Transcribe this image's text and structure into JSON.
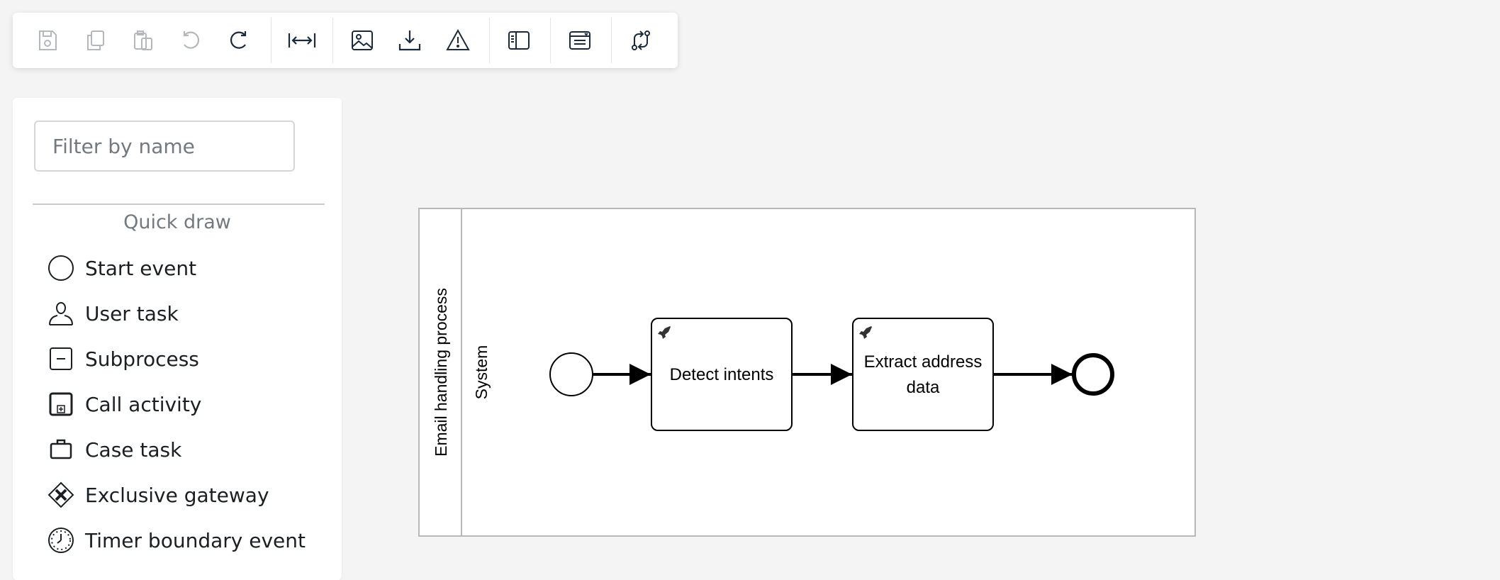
{
  "toolbar": {
    "buttons": [
      {
        "name": "save-button",
        "icon": "save-icon",
        "enabled": false
      },
      {
        "name": "copy-button",
        "icon": "copy-icon",
        "enabled": false
      },
      {
        "name": "paste-button",
        "icon": "paste-icon",
        "enabled": false
      },
      {
        "name": "undo-button",
        "icon": "undo-icon",
        "enabled": false
      },
      {
        "name": "redo-button",
        "icon": "redo-icon",
        "enabled": true
      },
      {
        "name": "fit-width-button",
        "icon": "fit-width-icon",
        "enabled": true
      },
      {
        "name": "export-image-button",
        "icon": "image-icon",
        "enabled": true
      },
      {
        "name": "download-button",
        "icon": "download-icon",
        "enabled": true
      },
      {
        "name": "warnings-button",
        "icon": "warning-icon",
        "enabled": true
      },
      {
        "name": "toggle-palette-button",
        "icon": "sidebar-icon",
        "enabled": true
      },
      {
        "name": "properties-panel-button",
        "icon": "panel-icon",
        "enabled": true
      },
      {
        "name": "connections-button",
        "icon": "connections-icon",
        "enabled": true
      }
    ]
  },
  "palette": {
    "filter_placeholder": "Filter by name",
    "section_title": "Quick draw",
    "items": [
      {
        "label": "Start event",
        "icon": "start-event-icon"
      },
      {
        "label": "User task",
        "icon": "user-task-icon"
      },
      {
        "label": "Subprocess",
        "icon": "subprocess-icon"
      },
      {
        "label": "Call activity",
        "icon": "call-activity-icon"
      },
      {
        "label": "Case task",
        "icon": "case-task-icon"
      },
      {
        "label": "Exclusive gateway",
        "icon": "exclusive-gateway-icon"
      },
      {
        "label": "Timer boundary event",
        "icon": "timer-boundary-event-icon"
      }
    ]
  },
  "diagram": {
    "pool_name": "Email handling process",
    "lane_name": "System",
    "tasks": [
      {
        "lines": [
          "Detect intents"
        ],
        "icon": "rocket-icon"
      },
      {
        "lines": [
          "Extract address",
          "data"
        ],
        "icon": "rocket-icon"
      }
    ],
    "colors": {
      "disabled_icon": "#b4b8bc",
      "icon": "#1b2a3a",
      "stroke": "#000000",
      "pool_border": "#b8b8b8"
    }
  }
}
